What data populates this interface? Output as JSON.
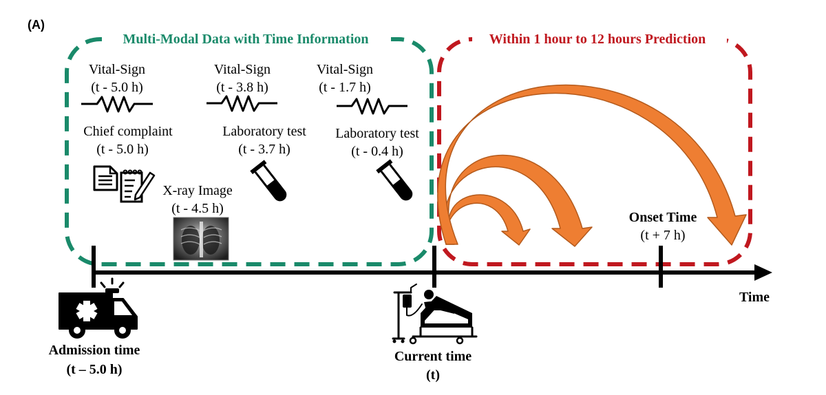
{
  "panel_label": "(A)",
  "left_box": {
    "title": "Multi-Modal Data with Time Information",
    "border_color": "#1a8a6a"
  },
  "right_box": {
    "title": "Within 1 hour to 12 hours Prediction",
    "border_color": "#c0181f"
  },
  "vitals": [
    {
      "label": "Vital-Sign",
      "time": "(t - 5.0 h)"
    },
    {
      "label": "Vital-Sign",
      "time": "(t - 3.8 h)"
    },
    {
      "label": "Vital-Sign",
      "time": "(t - 1.7 h)"
    }
  ],
  "chief_complaint": {
    "label": "Chief complaint",
    "time": "(t - 5.0 h)"
  },
  "labs": [
    {
      "label": "Laboratory test",
      "time": "(t - 3.7 h)"
    },
    {
      "label": "Laboratory test",
      "time": "(t - 0.4 h)"
    }
  ],
  "xray": {
    "label": "X-ray Image",
    "time": "(t - 4.5 h)"
  },
  "onset": {
    "label": "Onset Time",
    "time": "(t + 7 h)"
  },
  "axis_label": "Time",
  "admission": {
    "label": "Admission time",
    "time": "(t – 5.0 h)"
  },
  "current": {
    "label": "Current time",
    "time": "(t)"
  },
  "icons": [
    "document-icon",
    "notepad-icon",
    "test-tube-icon",
    "xray-image",
    "ambulance-icon",
    "hospital-bed-icon",
    "wave-icon",
    "arrow-icon"
  ],
  "colors": {
    "arrow_fill": "#ee7e32",
    "arrow_stroke": "#b45a1c",
    "axis": "#000000"
  }
}
